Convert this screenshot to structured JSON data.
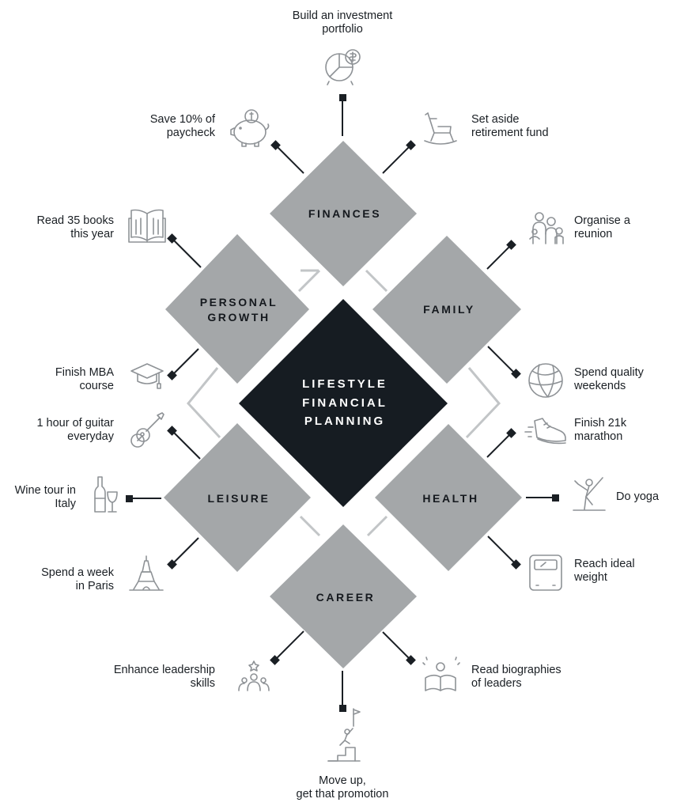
{
  "center": {
    "lines": [
      "LIFESTYLE",
      "FINANCIAL",
      "PLANNING"
    ]
  },
  "categories": {
    "finances": {
      "lines": [
        "FINANCES"
      ]
    },
    "family": {
      "lines": [
        "FAMILY"
      ]
    },
    "personal_growth": {
      "lines": [
        "PERSONAL",
        "GROWTH"
      ]
    },
    "leisure": {
      "lines": [
        "LEISURE"
      ]
    },
    "health": {
      "lines": [
        "HEALTH"
      ]
    },
    "career": {
      "lines": [
        "CAREER"
      ]
    }
  },
  "goals": {
    "investment_portfolio": "Build an investment\nportfolio",
    "save_paycheck": "Save 10% of\npaycheck",
    "retirement_fund": "Set aside\nretirement fund",
    "read_books": "Read 35 books\nthis year",
    "mba_course": "Finish MBA\ncourse",
    "reunion": "Organise a\nreunion",
    "quality_weekends": "Spend quality\nweekends",
    "guitar": "1 hour of guitar\neveryday",
    "wine_tour": "Wine tour in\nItaly",
    "paris_week": "Spend a week\nin Paris",
    "marathon": "Finish 21k\nmarathon",
    "yoga": "Do yoga",
    "ideal_weight": "Reach ideal\nweight",
    "leadership": "Enhance leadership\nskills",
    "biographies": "Read biographies\nof leaders",
    "promotion": "Move up,\nget that promotion"
  },
  "colors": {
    "category_fill": "#a4a7a9",
    "center_fill": "#161c22",
    "connector": "#1a1f24",
    "bracket": "#c2c5c7",
    "icon_stroke": "#8e9296"
  },
  "icons": {
    "investment_portfolio": "pie-chart-dollar-icon",
    "save_paycheck": "piggy-bank-icon",
    "retirement_fund": "rocking-chair-icon",
    "read_books": "open-book-icon",
    "mba_course": "graduation-cap-icon",
    "reunion": "family-group-icon",
    "quality_weekends": "beach-ball-icon",
    "guitar": "guitar-icon",
    "wine_tour": "wine-bottle-glass-icon",
    "paris_week": "eiffel-tower-icon",
    "marathon": "running-shoe-icon",
    "yoga": "yoga-pose-icon",
    "ideal_weight": "weighing-scale-icon",
    "leadership": "team-star-icon",
    "biographies": "reading-book-icon",
    "promotion": "summit-flag-icon"
  }
}
